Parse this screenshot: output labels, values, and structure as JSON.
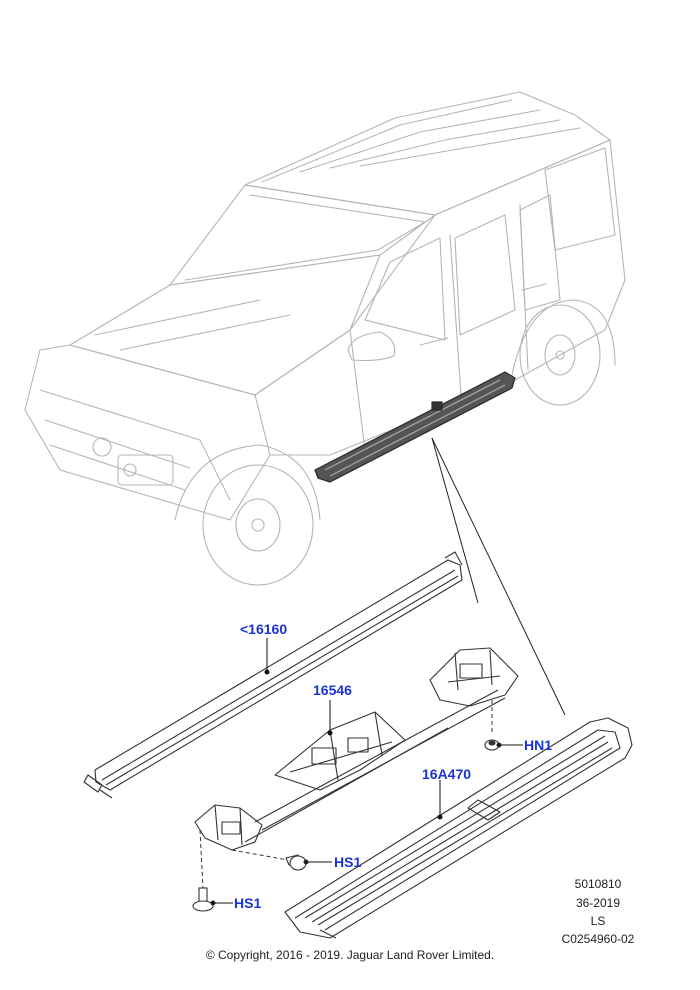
{
  "callouts": {
    "part_16160": "<16160",
    "part_16546": "16546",
    "part_hn1": "HN1",
    "part_16a470": "16A470",
    "part_hs1_upper": "HS1",
    "part_hs1_lower": "HS1"
  },
  "reference": {
    "code": "5010810",
    "date": "36-2019",
    "variant": "LS",
    "illustration_id": "C0254960-02"
  },
  "copyright": "© Copyright, 2016 - 2019. Jaguar Land Rover Limited.",
  "colors": {
    "callout": "#1a33d6",
    "vehicle_line": "#b5b5b5",
    "part_line": "#333333",
    "highlight": "#2a2a2a"
  }
}
